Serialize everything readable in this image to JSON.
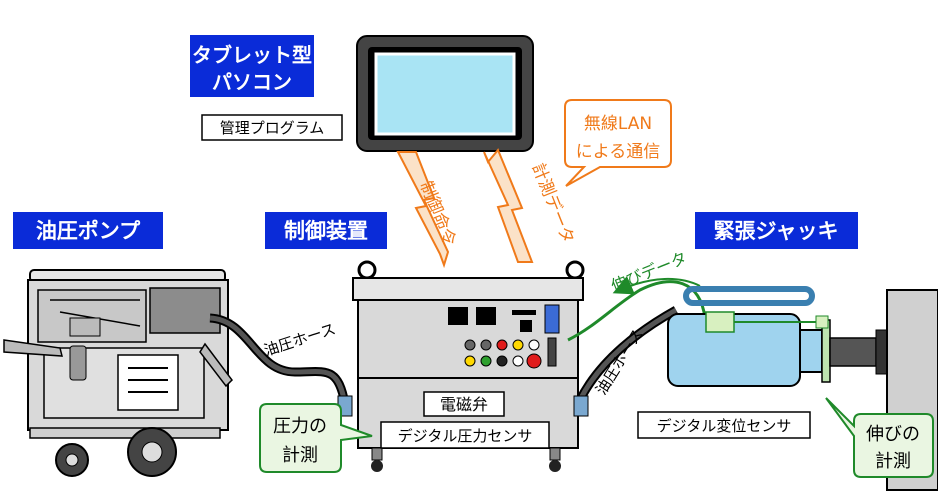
{
  "headings": {
    "tablet_line1": "タブレット型",
    "tablet_line2": "パソコン",
    "pump": "油圧ポンプ",
    "controller": "制御装置",
    "jack": "緊張ジャッキ"
  },
  "labels": {
    "management_program": "管理プログラム",
    "solenoid_valve": "電磁弁",
    "digital_pressure_sensor": "デジタル圧力センサ",
    "digital_displacement_sensor": "デジタル変位センサ",
    "hose_left": "油圧ホース",
    "hose_right": "油圧ホース"
  },
  "callouts": {
    "wireless_line1": "無線LAN",
    "wireless_line2": "による通信",
    "pressure_line1": "圧力の",
    "pressure_line2": "計測",
    "elongation_line1": "伸びの",
    "elongation_line2": "計測"
  },
  "arrows": {
    "control_command": "制御命令",
    "measurement_data": "計測データ",
    "elongation_data": "伸びデータ"
  },
  "colors": {
    "heading_bg": "#0a2bd8",
    "heading_text": "#ffffff",
    "orange": "#f07a1a",
    "green": "#1f8a2a",
    "green_fill": "#eaf6e2",
    "metal": "#d9d9d9",
    "jack_blue": "#9fd3ee"
  },
  "icons": {
    "tablet": "tablet-computer-icon",
    "pump": "hydraulic-pump-icon",
    "controller": "control-unit-icon",
    "jack": "tensioning-jack-icon"
  }
}
